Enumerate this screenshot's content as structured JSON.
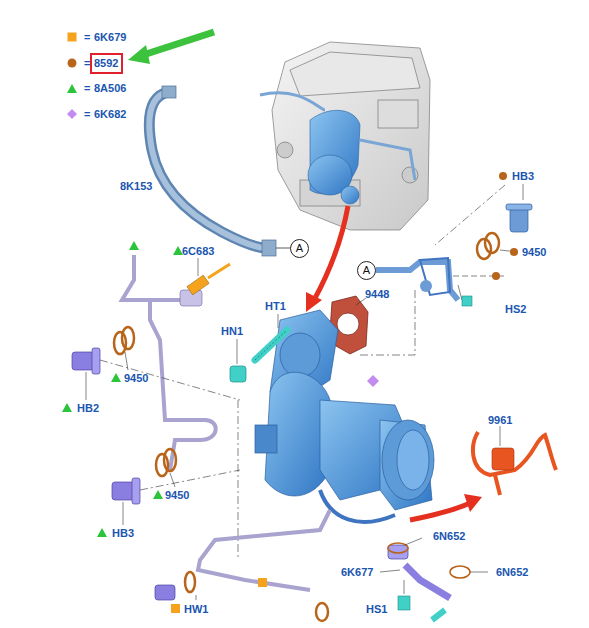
{
  "diagram": {
    "nodes": [
      {
        "text": [
          "8592"
        ]
      },
      {
        "text": [
          "A"
        ]
      },
      {
        "text": [
          "A"
        ]
      }
    ],
    "labels": [
      "=",
      "=",
      "=",
      "=",
      "8K153",
      "6C683",
      "HT1",
      "9448",
      "HB3",
      "9450",
      "HS2",
      "HN1",
      "9450",
      "HB2",
      "9450",
      "HB3",
      "9961",
      "6N652",
      "6K677",
      "6N652",
      "HW1",
      "HS1"
    ],
    "legend": [
      {
        "text": "6K679",
        "color": "#f5a21c"
      },
      {
        "text": "8592",
        "color": "#b8651b"
      },
      {
        "text": "8A506",
        "color": "#2bc43a"
      },
      {
        "text": "6K682",
        "color": "#c58cf0"
      }
    ]
  }
}
